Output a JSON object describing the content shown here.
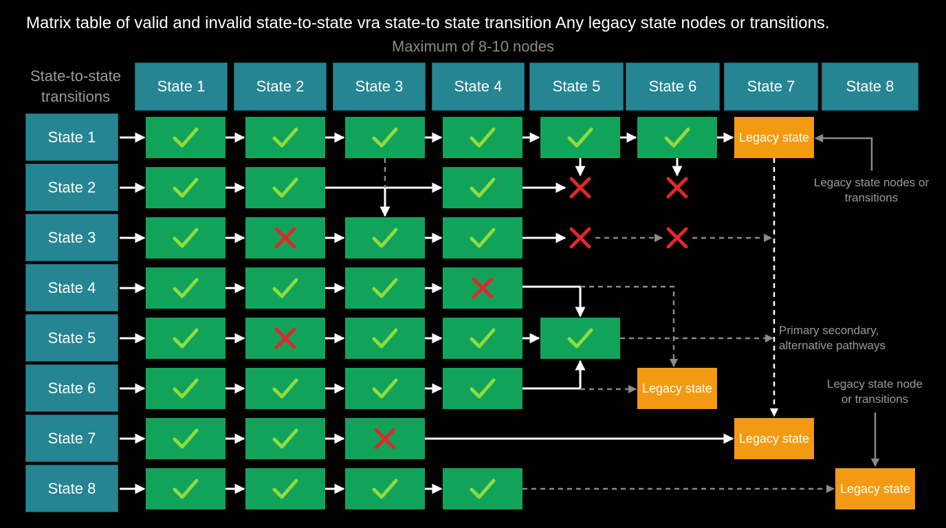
{
  "title": "Matrix table of valid and invalid state-to-state vra state-to state transition Any legacy state nodes or transitions.",
  "subtitle": "Maximum of 8-10 nodes",
  "corner_label": "State-to-state transitions",
  "columns": [
    "State 1",
    "State 2",
    "State 3",
    "State 4",
    "State 5",
    "State 6",
    "State 7",
    "State 8"
  ],
  "rows": [
    "State 1",
    "State 2",
    "State 3",
    "State 4",
    "State 5",
    "State 6",
    "State 7",
    "State 8"
  ],
  "legacy_label": "Legacy state",
  "notes": {
    "legacy_nodes_top": "Legacy state nodes or transitions",
    "pathways": "Primary secondary, alternative pathways",
    "legacy_node_right": "Legacy state node or transitions"
  },
  "cells": [
    [
      "valid",
      "valid",
      "valid",
      "valid",
      "valid",
      "valid",
      "legacy",
      ""
    ],
    [
      "valid",
      "valid",
      "",
      "valid",
      "invalid",
      "invalid",
      "",
      ""
    ],
    [
      "valid",
      "invalid",
      "valid",
      "valid",
      "invalid",
      "invalid",
      "",
      ""
    ],
    [
      "valid",
      "valid",
      "valid",
      "invalid",
      "",
      "",
      "",
      ""
    ],
    [
      "valid",
      "invalid",
      "valid",
      "valid",
      "valid",
      "",
      "",
      ""
    ],
    [
      "valid",
      "valid",
      "valid",
      "valid",
      "",
      "legacy",
      "",
      ""
    ],
    [
      "valid",
      "valid",
      "invalid",
      "",
      "",
      "",
      "legacy",
      ""
    ],
    [
      "valid",
      "valid",
      "valid",
      "valid",
      "",
      "",
      "",
      "legacy"
    ]
  ],
  "colors": {
    "header": "#268592",
    "valid_cell": "#12a35a",
    "check": "#8fdc3c",
    "cross": "#e0282c",
    "legacy": "#f39a13",
    "arrow": "#ffffff",
    "dashed": "#8a8a8a"
  },
  "icons": {
    "valid": "check-icon",
    "invalid": "cross-icon"
  }
}
